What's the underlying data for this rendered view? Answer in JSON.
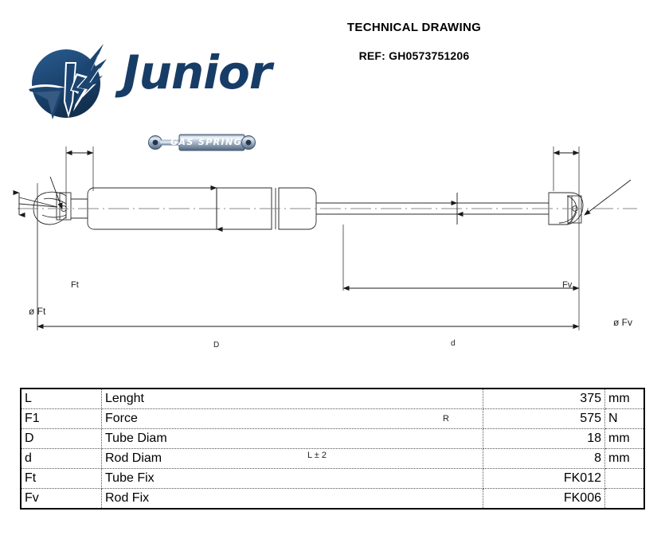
{
  "header": {
    "title": "TECHNICAL DRAWING",
    "ref": "REF:  GH0573751206"
  },
  "logo": {
    "wordmark": "Junior",
    "tagline": "GAS SPRING",
    "brand_color": "#173d67",
    "mark_icon": "wing-in-circle-icon"
  },
  "drawing": {
    "labels": {
      "phi_ft": "ø Ft",
      "phi_fv": "ø Fv",
      "ft": "Ft",
      "fv": "Fv",
      "tube_diam": "D",
      "rod_diam": "d",
      "stroke": "R",
      "length": "L ± 2"
    }
  },
  "spec_table": {
    "rows": [
      {
        "symbol": "L",
        "description": "Lenght",
        "value": "375",
        "unit": "mm"
      },
      {
        "symbol": "F1",
        "description": "Force",
        "value": "575",
        "unit": "N"
      },
      {
        "symbol": "D",
        "description": "Tube Diam",
        "value": "18",
        "unit": "mm"
      },
      {
        "symbol": "d",
        "description": "Rod Diam",
        "value": "8",
        "unit": "mm"
      },
      {
        "symbol": "Ft",
        "description": "Tube Fix",
        "value": "FK012",
        "unit": ""
      },
      {
        "symbol": "Fv",
        "description": "Rod Fix",
        "value": "FK006",
        "unit": ""
      }
    ]
  }
}
